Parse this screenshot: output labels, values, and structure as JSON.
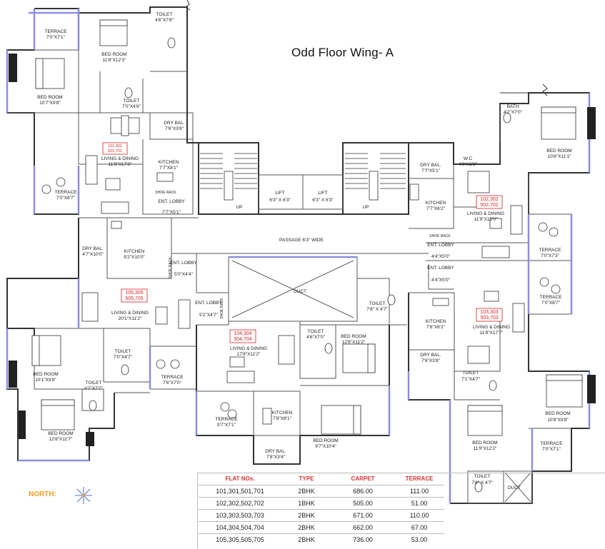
{
  "title": "Odd Floor Wing- A",
  "north_label": "NORTH:",
  "rooms": [
    {
      "name": "TERRACE",
      "dim": "7'0\"X7'1\""
    },
    {
      "name": "BED ROOM",
      "dim": "11'8\"X12'3\""
    },
    {
      "name": "TOILET",
      "dim": "4'6\"X7'8\""
    },
    {
      "name": "BED ROOM",
      "dim": "10'7\"X9'8\""
    },
    {
      "name": "TOILET",
      "dim": "7'0\"X4'6\""
    },
    {
      "name": "DRY BAL.",
      "dim": "7'6\"X3'8\""
    },
    {
      "name": "LIVING & DINING",
      "dim": "11'8\"X17'8\""
    },
    {
      "name": "KITCHEN",
      "dim": "7'7\"X8'1\""
    },
    {
      "name": "TERRACE",
      "dim": "7'0\"X8'7\""
    },
    {
      "name": "ENT. LOBBY",
      "dim": "7'7\"X5'1\""
    },
    {
      "name": "LIFT",
      "dim": "6'3\" X 6'3\""
    },
    {
      "name": "LIFT",
      "dim": "6'3\" X 6'3\""
    },
    {
      "name": "PASSAGE 6'3\" WIDE",
      "dim": ""
    },
    {
      "name": "DRY BAL.",
      "dim": "4'7\"X10'0\""
    },
    {
      "name": "KITCHEN",
      "dim": "9'2\"X10'0\""
    },
    {
      "name": "ENT. LOBBY",
      "dim": "5'0\"X4'4\""
    },
    {
      "name": "LIVING & DINING",
      "dim": "20'1\"X11'2\""
    },
    {
      "name": "DUCT",
      "dim": ""
    },
    {
      "name": "ENT. LOBBY",
      "dim": "5'2\"X4'7\""
    },
    {
      "name": "LIVING & DINING",
      "dim": "17'8\"X11'2\""
    },
    {
      "name": "TOILET",
      "dim": "4'6\"X7'0\""
    },
    {
      "name": "TOILET",
      "dim": "7'8\" X 4'7\""
    },
    {
      "name": "BED ROOM",
      "dim": "12'8\"X11'2\""
    },
    {
      "name": "BED ROOM",
      "dim": "10'1\"X9'8\""
    },
    {
      "name": "TOILET",
      "dim": "7'0\"X4'7\""
    },
    {
      "name": "TOILET",
      "dim": "4'7\"X7'7\""
    },
    {
      "name": "TERRACE",
      "dim": "7'6\"X7'0\""
    },
    {
      "name": "BED ROOM",
      "dim": "12'8\"X11'7\""
    },
    {
      "name": "TERRACE",
      "dim": "9'7\"X7'1\""
    },
    {
      "name": "KITCHEN",
      "dim": "7'8\"X8'1\""
    },
    {
      "name": "DRY BAL.",
      "dim": "7'8\"X3'4\""
    },
    {
      "name": "BED ROOM",
      "dim": "9'7\"X10'4\""
    },
    {
      "name": "BATH",
      "dim": "4'2\"X7'0\""
    },
    {
      "name": "BED ROOM",
      "dim": "10'8\"X11'1\""
    },
    {
      "name": "DRY BAL.",
      "dim": "7'7\"X5'1\""
    },
    {
      "name": "W.C",
      "dim": "4'0\"X3'8\""
    },
    {
      "name": "KITCHEN",
      "dim": "7'7\"X8'2\""
    },
    {
      "name": "LIVING & DINING",
      "dim": "11'9\"X15'0\""
    },
    {
      "name": "ENT. LOBBY",
      "dim": "4'4\"X5'0\""
    },
    {
      "name": "TERRACE",
      "dim": "7'0\"X7'3\""
    },
    {
      "name": "ENT. LOBBY",
      "dim": "4'4\"X5'0\""
    },
    {
      "name": "TERRACE",
      "dim": "7'0\"X8'7\""
    },
    {
      "name": "KITCHEN",
      "dim": "7'8\"X8'2\""
    },
    {
      "name": "LIVING & DINING",
      "dim": "11'9\"X17'7\""
    },
    {
      "name": "DRY BAL.",
      "dim": "7'6\"X3'8\""
    },
    {
      "name": "TOILET",
      "dim": "7'1\"X4'7\""
    },
    {
      "name": "BED ROOM",
      "dim": "10'8\"X9'8\""
    },
    {
      "name": "BED ROOM",
      "dim": "11'9\"X12'2\""
    },
    {
      "name": "TERRACE",
      "dim": "7'0\"X7'1\""
    },
    {
      "name": "TOILET",
      "dim": "7'8\" X 4'7\""
    },
    {
      "name": "DUCT",
      "dim": ""
    }
  ],
  "misc_labels": {
    "up1": "UP",
    "up2": "UP",
    "shoe1": "SHOE RACK",
    "shoe2": "SHOE RACK",
    "shoe3": "SHOE RACK",
    "shoe4": "SHOE RACK"
  },
  "unit_tags": [
    {
      "top": "101,301",
      "bottom": "501,701"
    },
    {
      "top": "102,302",
      "bottom": "502,702"
    },
    {
      "top": "105,305",
      "bottom": "505,705"
    },
    {
      "top": "104,304",
      "bottom": "504,704"
    },
    {
      "top": "103,303",
      "bottom": "503,703"
    }
  ],
  "table": {
    "headers": [
      "FLAT NOs.",
      "TYPE",
      "CARPET",
      "TERRACE"
    ],
    "rows": [
      [
        "101,301,501,701",
        "2BHK",
        "686.00",
        "111.00"
      ],
      [
        "102,302,502,702",
        "1BHK",
        "505.00",
        "51.00"
      ],
      [
        "103,303,503,703",
        "2BHK",
        "671.00",
        "110.00"
      ],
      [
        "104,304,504,704",
        "2BHK",
        "662.00",
        "67.00"
      ],
      [
        "105,305,505,705",
        "2BHK",
        "736.00",
        "53.00"
      ]
    ]
  },
  "colors": {
    "wall": "#333333",
    "window": "#8a8ee0",
    "accent": "#d22222",
    "north": "#f0a020"
  }
}
